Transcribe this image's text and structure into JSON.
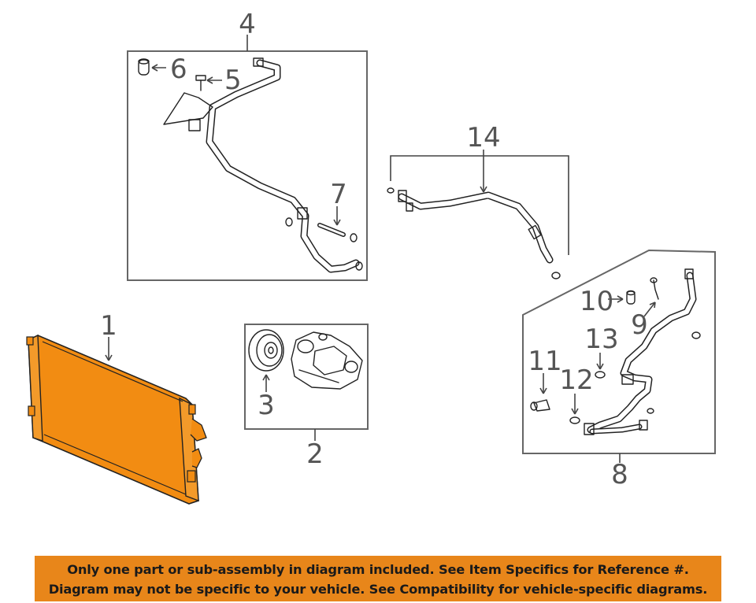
{
  "callouts": {
    "c1": "1",
    "c2": "2",
    "c3": "3",
    "c4": "4",
    "c5": "5",
    "c6": "6",
    "c7": "7",
    "c8": "8",
    "c9": "9",
    "c10": "10",
    "c11": "11",
    "c12": "12",
    "c13": "13",
    "c14": "14"
  },
  "notice": {
    "line1": "Only one part or sub-assembly in diagram included. See Item Specifics for Reference #.",
    "line2": "Diagram may not be specific to your vehicle. See Compatibility for vehicle-specific diagrams."
  },
  "colors": {
    "highlight": "#f28c12",
    "banner": "#e8861a",
    "line": "#222222"
  }
}
